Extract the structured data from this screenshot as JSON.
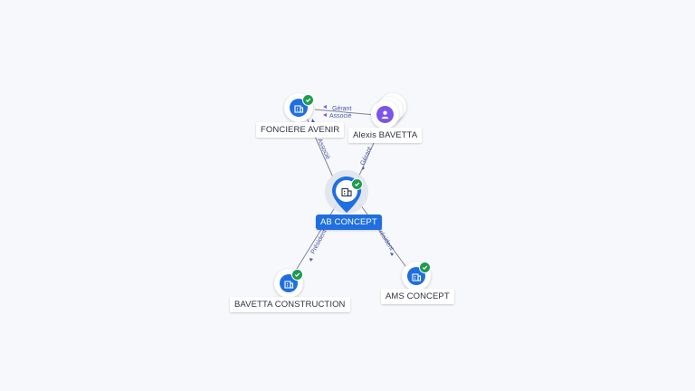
{
  "colors": {
    "company_blue": "#1f6fe0",
    "person_purple": "#7b55e8",
    "verified_green": "#1e9b4f",
    "edge_gray": "#7f8596",
    "edge_label": "#4a55a8"
  },
  "nodes": {
    "center": {
      "label": "AB CONCEPT",
      "icon": "building-icon",
      "verified": true
    },
    "fonciere": {
      "label": "FONCIERE AVENIR",
      "icon": "building-icon",
      "verified": true
    },
    "alexis": {
      "label": "Alexis BAVETTA",
      "icon": "person-icon"
    },
    "bavetta": {
      "label": "BAVETTA CONSTRUCTION",
      "icon": "building-icon",
      "verified": true
    },
    "ams": {
      "label": "AMS CONCEPT",
      "icon": "building-icon",
      "verified": true
    }
  },
  "edges": {
    "alexis_fonciere_1": "Gérant",
    "alexis_fonciere_2": "Associé",
    "center_fonciere": "Associé",
    "alexis_center": "Gérant",
    "center_bavetta": "Président",
    "center_ams": "Président"
  }
}
